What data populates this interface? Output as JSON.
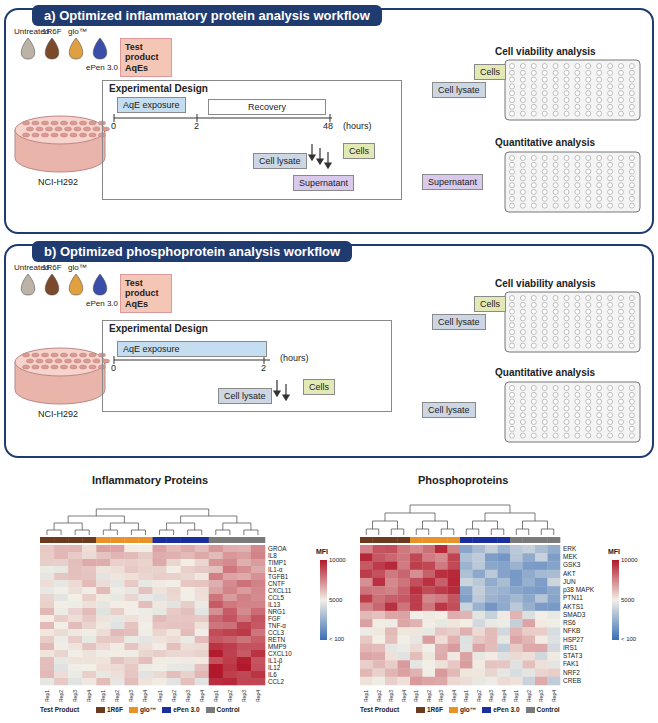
{
  "diagram": {
    "nodes": [
      {
        "text": [
          "a) Optimized inflammatory protein analysis workflow"
        ]
      },
      {
        "text": [
          "Test product AqEs"
        ],
        "in": 0
      },
      {
        "text": [
          "Experimental Design"
        ],
        "in": 0
      },
      {
        "text": [
          "AqE exposure"
        ],
        "in": 2
      },
      {
        "text": [
          "Recovery"
        ],
        "in": 2
      },
      {
        "text": [
          "Cell lysate"
        ],
        "in": 2
      },
      {
        "text": [
          "Cells"
        ],
        "in": 2
      },
      {
        "text": [
          "Supernatant"
        ],
        "in": 2
      },
      {
        "text": [
          "Cells"
        ],
        "in": 0
      },
      {
        "text": [
          "Cell lysate"
        ],
        "in": 0
      },
      {
        "text": [
          "Supernatant"
        ],
        "in": 0
      },
      {
        "text": [
          "b) Optimized phosphoprotein analysis workflow"
        ]
      },
      {
        "text": [
          "Test product AqEs"
        ],
        "in": 11
      },
      {
        "text": [
          "Experimental Design"
        ],
        "in": 11
      },
      {
        "text": [
          "AqE exposure"
        ],
        "in": 13
      },
      {
        "text": [
          "Cell lysate"
        ],
        "in": 13
      },
      {
        "text": [
          "Cells"
        ],
        "in": 13
      },
      {
        "text": [
          "Cells"
        ],
        "in": 11
      },
      {
        "text": [
          "Cell lysate"
        ],
        "in": 11
      },
      {
        "text": [
          "Cell lysate"
        ],
        "in": 11
      }
    ],
    "labels": [
      "Untreated",
      "1R6F",
      "glo™",
      "ePen 3.0",
      "NCI-H292",
      "0",
      "2",
      "48",
      "(hours)",
      "Cell viability analysis",
      "Quantitative analysis",
      "Untreated",
      "1R6F",
      "glo™",
      "ePen 3.0",
      "NCI-H292",
      "0",
      "2",
      "(hours)",
      "Cell viability analysis",
      "Quantitative analysis",
      "Inflammatory Proteins",
      "Phosphoproteins",
      "GROA",
      "IL8",
      "TIMP1",
      "IL1-α",
      "TGFB1",
      "CNTF",
      "CXCL11",
      "CCL5",
      "IL13",
      "NRG1",
      "FGF",
      "TNF-α",
      "CCL3",
      "RETN",
      "MMP9",
      "CXCL10",
      "IL1-β",
      "IL12",
      "IL6",
      "CCL2",
      "ERK",
      "MEK",
      "GSK3",
      "AKT",
      "JUN",
      "p38 MAPK",
      "PTN11",
      "AKTS1",
      "SMAD3",
      "RS6",
      "NFKB",
      "HSP27",
      "IRS1",
      "STAT3",
      "FAK1",
      "NRF2",
      "CREB",
      "Rep1",
      "Rep2",
      "Rep3",
      "Rep4",
      "Rep1",
      "Rep2",
      "Rep3",
      "Rep4",
      "Rep1",
      "Rep2",
      "Rep3",
      "Rep4",
      "Rep1",
      "Rep2",
      "Rep3",
      "Rep4",
      "Rep1",
      "Rep2",
      "Rep3",
      "Rep4",
      "Rep1",
      "Rep2",
      "Rep3",
      "Rep4",
      "Rep1",
      "Rep2",
      "Rep3",
      "Rep4",
      "Rep1",
      "Rep2",
      "Rep3",
      "Rep4",
      "MFI",
      "10000",
      "5000",
      "< 100",
      "MFI",
      "10000",
      "5000",
      "< 100",
      "Test Product",
      "Test Product"
    ],
    "legend": [
      {
        "text": "1R6F",
        "color": "#6b3a1f"
      },
      {
        "text": "glo™",
        "color": "#e8922a"
      },
      {
        "text": "ePen 3.0",
        "color": "#1a2e9e"
      },
      {
        "text": "Control",
        "color": "#7a7a7a"
      },
      {
        "text": "1R6F",
        "color": "#6b3a1f"
      },
      {
        "text": "glo™",
        "color": "#e8922a"
      },
      {
        "text": "ePen 3.0",
        "color": "#1a2e9e"
      },
      {
        "text": "Control",
        "color": "#7a7a7a"
      }
    ]
  }
}
